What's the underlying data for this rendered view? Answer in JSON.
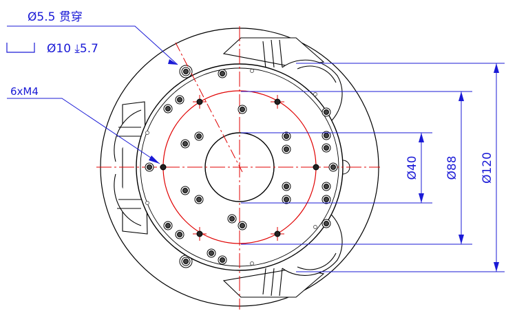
{
  "annotations": {
    "through_hole": "Ø5.5 贯穿",
    "counterbore": "Ø10 ⤓5.7",
    "tapped_holes": "6xM4"
  },
  "dimensions": {
    "d40": "Ø40",
    "d88": "Ø88",
    "d120": "Ø120"
  },
  "colors": {
    "outline": "#000000",
    "centerline": "#e00000",
    "dimension": "#1a1ad6"
  }
}
